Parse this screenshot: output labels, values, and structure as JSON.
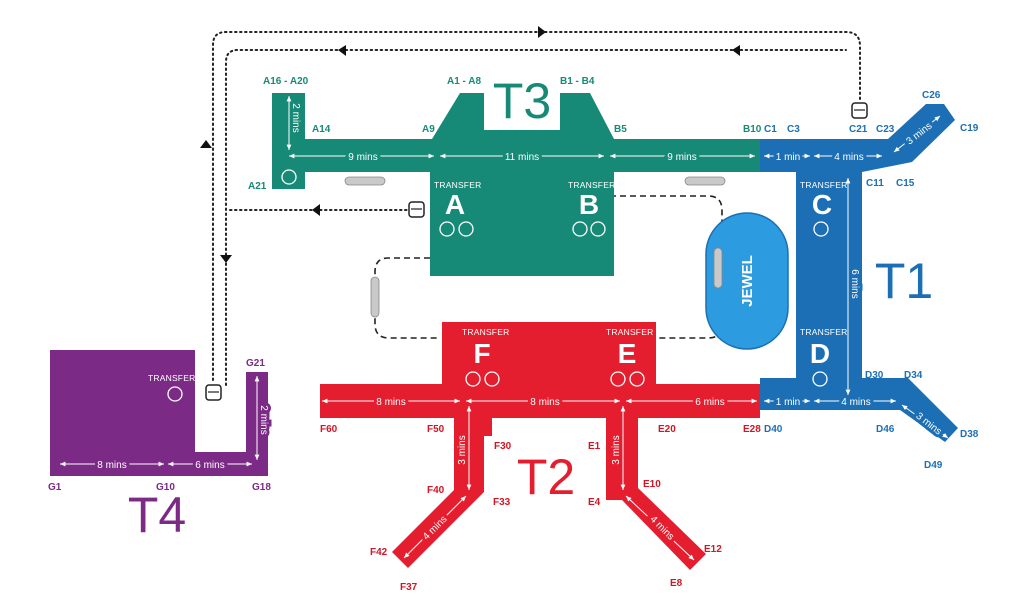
{
  "terminals": {
    "t1": "T1",
    "t2": "T2",
    "t3": "T3",
    "t4": "T4",
    "jewel": "JEWEL"
  },
  "transfer_label": "TRANSFER",
  "piers": {
    "a": "A",
    "b": "B",
    "c": "C",
    "d": "D",
    "e": "E",
    "f": "F"
  },
  "gates": {
    "t3": [
      "A16 - A20",
      "A1 - A8",
      "B1 - B4",
      "A14",
      "A9",
      "B5",
      "B10",
      "A21"
    ],
    "t1": [
      "C1",
      "C3",
      "C21",
      "C23",
      "C26",
      "C19",
      "C11",
      "C15",
      "D30",
      "D34",
      "D40",
      "D46",
      "D38",
      "D49"
    ],
    "t2": [
      "F60",
      "F50",
      "E20",
      "E28",
      "F30",
      "E1",
      "F40",
      "E10",
      "F33",
      "E4",
      "F42",
      "F37",
      "E12",
      "E8"
    ],
    "t4": [
      "G21",
      "G1",
      "G10",
      "G18"
    ]
  },
  "walk_times": {
    "a16_a14": "2 mins",
    "a21_a9": "9 mins",
    "a9_b5": "11 mins",
    "b5_b10": "9 mins",
    "c1_c3": "1 min",
    "c3_c21": "4 mins",
    "c23_c19": "3 mins",
    "c_d": "6 mins",
    "f60_f50": "8 mins",
    "f50_e20": "8 mins",
    "e20_e28": "6 mins",
    "d40_d": "1 min",
    "d_d46": "4 mins",
    "d46_d38": "3 mins",
    "f30_f40": "3 mins",
    "e1_e4": "3 mins",
    "f40_f42": "4 mins",
    "e4_e12": "4 mins",
    "g21_g18": "2 mins",
    "g1_g10": "8 mins",
    "g10_g18": "6 mins"
  },
  "colors": {
    "t3_teal": "#178a77",
    "t1_blue": "#1c6fb5",
    "t2_red": "#e41e2f",
    "t4_purple": "#7b2a86",
    "jewel_blue": "#2d9be0"
  },
  "icons": [
    "bus-icon",
    "skytrain-icon",
    "transfer-desk-icon",
    "smoking-lounge-icon"
  ]
}
